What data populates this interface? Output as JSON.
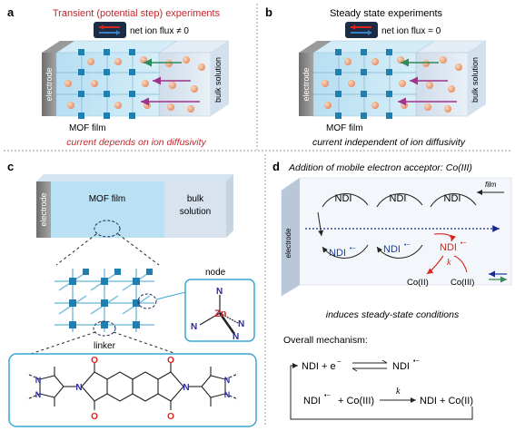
{
  "panel_a": {
    "letter": "a",
    "title": "Transient (potential step) experiments",
    "flux_label": "net ion flux ≠ 0",
    "electrode": "electrode",
    "bulk": "bulk solution",
    "film": "MOF film",
    "caption": "current depends on ion diffusivity"
  },
  "panel_b": {
    "letter": "b",
    "title": "Steady state experiments",
    "flux_label": "net ion flux = 0",
    "electrode": "electrode",
    "bulk": "bulk solution",
    "film": "MOF film",
    "caption": "current independent of ion diffusivity"
  },
  "panel_c": {
    "letter": "c",
    "electrode": "electrode",
    "film": "MOF film",
    "bulk_line1": "bulk",
    "bulk_line2": "solution",
    "node_label": "node",
    "linker_label": "linker",
    "zn": "Zn",
    "n": "N",
    "o": "O"
  },
  "panel_d": {
    "letter": "d",
    "title": "Addition of mobile electron acceptor: Co(III)",
    "film": "film",
    "electrode": "electrode",
    "ndi": "NDI",
    "ndi_rad": "NDI",
    "rad_sup": "•−",
    "co2": "Co(II)",
    "co3": "Co(III)",
    "k": "k",
    "caption": "induces steady-state conditions",
    "overall": "Overall mechanism:",
    "eq1_left": "NDI + e",
    "eq1_sup": "−",
    "eq2_left": "NDI",
    "eq2_mid": "+ Co(III)",
    "eq2_right": "NDI + Co(II)"
  },
  "colors": {
    "red_title": "#c0272d",
    "mof_blue": "#c6e6f5",
    "bulk_blue": "#dbe7f2",
    "electrode_gray": "#8c8c8c",
    "ndi_blue": "#1a3fa0",
    "arrow_red": "#d9241c",
    "arrow_purple": "#a0338a",
    "arrow_green": "#2e8b57",
    "dotted_blue": "#1a2a8a",
    "linker_red": "#d9241c",
    "linker_blue": "#2a2aa8"
  }
}
